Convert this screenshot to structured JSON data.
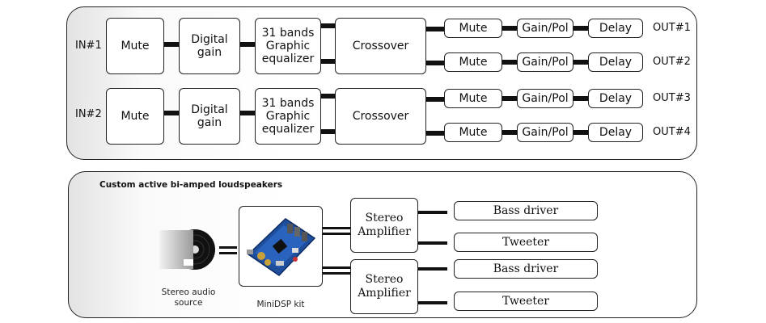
{
  "top": {
    "inputs": [
      "IN#1",
      "IN#2"
    ],
    "mute": "Mute",
    "digital_gain": "Digital\ngain",
    "geq": "31 bands\nGraphic\nequalizer",
    "crossover": "Crossover",
    "out_mute": "Mute",
    "gain_pol": "Gain/Pol",
    "delay": "Delay",
    "outputs": [
      "OUT#1",
      "OUT#2",
      "OUT#3",
      "OUT#4"
    ]
  },
  "bottom": {
    "title": "Custom active bi-amped loudspeakers",
    "source_caption": "Stereo audio\nsource",
    "kit_caption": "MiniDSP kit",
    "amplifier": "Stereo\nAmplifier",
    "bass_driver": "Bass driver",
    "tweeter": "Tweeter"
  }
}
